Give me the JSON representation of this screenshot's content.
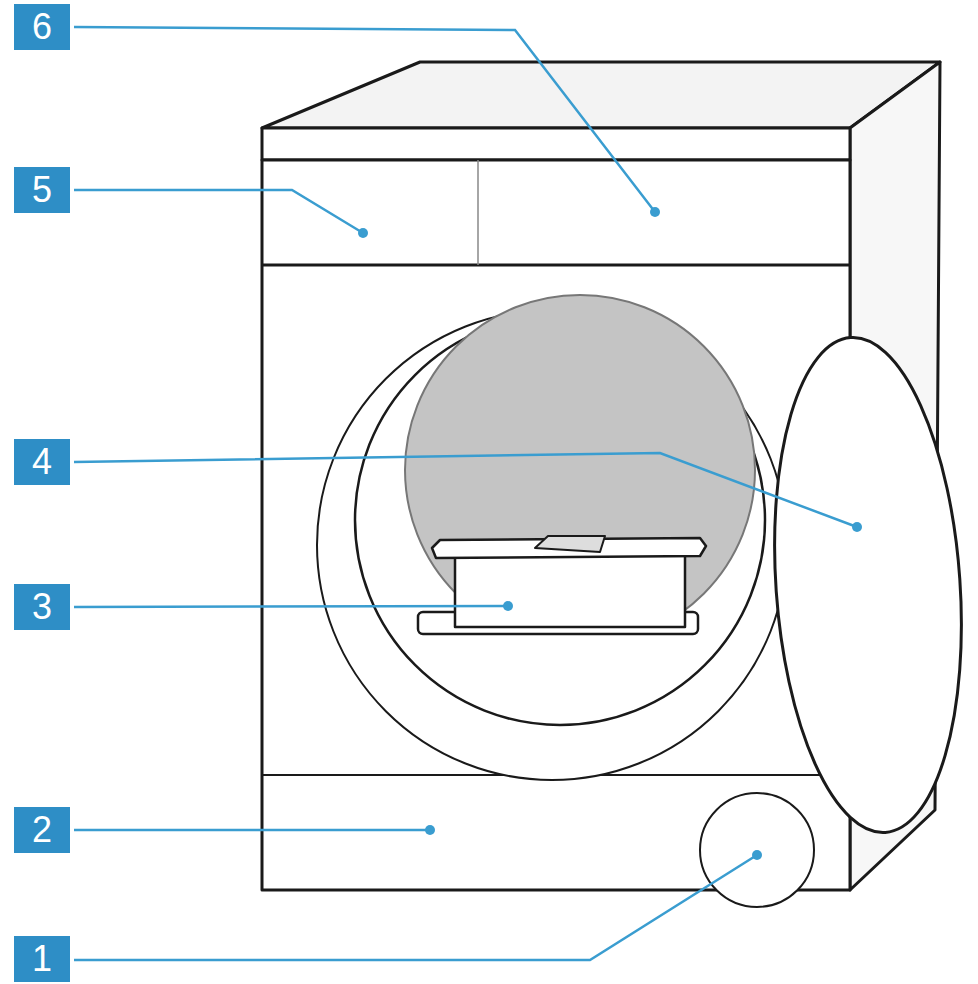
{
  "diagram": {
    "labels": [
      "6",
      "5",
      "4",
      "3",
      "2",
      "1"
    ]
  }
}
